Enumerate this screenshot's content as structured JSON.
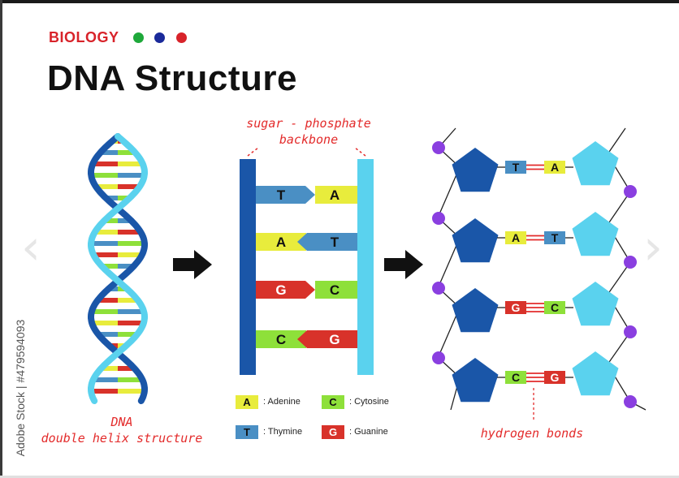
{
  "header": {
    "subject": "BIOLOGY",
    "title": "DNA Structure",
    "dots": [
      "#1ea83a",
      "#1a2a9a",
      "#d8232a"
    ]
  },
  "helix": {
    "caption_line1": "DNA",
    "caption_line2": "double helix structure"
  },
  "ladder": {
    "label_line1": "sugar - phosphate",
    "label_line2": "backbone",
    "pairs": [
      {
        "left": "T",
        "right": "A"
      },
      {
        "left": "A",
        "right": "T"
      },
      {
        "left": "G",
        "right": "C"
      },
      {
        "left": "C",
        "right": "G"
      }
    ]
  },
  "bonds": {
    "caption": "hydrogen bonds",
    "pairs": [
      {
        "left": "T",
        "right": "A"
      },
      {
        "left": "A",
        "right": "T"
      },
      {
        "left": "G",
        "right": "C"
      },
      {
        "left": "C",
        "right": "G"
      }
    ]
  },
  "legend": [
    {
      "letter": "A",
      "name": ": Adenine"
    },
    {
      "letter": "C",
      "name": ": Cytosine"
    },
    {
      "letter": "T",
      "name": ": Thymine"
    },
    {
      "letter": "G",
      "name": ": Guanine"
    }
  ],
  "side_credit": "Adobe Stock | #479594093",
  "colors": {
    "A": "#e8ec3c",
    "T": "#4a8fc4",
    "G": "#d8322a",
    "C": "#8ee03a",
    "backbone_dark": "#1a56a8",
    "backbone_light": "#5ad2ee",
    "phosphate": "#8a3fe0",
    "text_red": "#e32b2b"
  },
  "icons": [
    "right-arrow-icon",
    "carousel-left-icon",
    "carousel-right-icon"
  ]
}
